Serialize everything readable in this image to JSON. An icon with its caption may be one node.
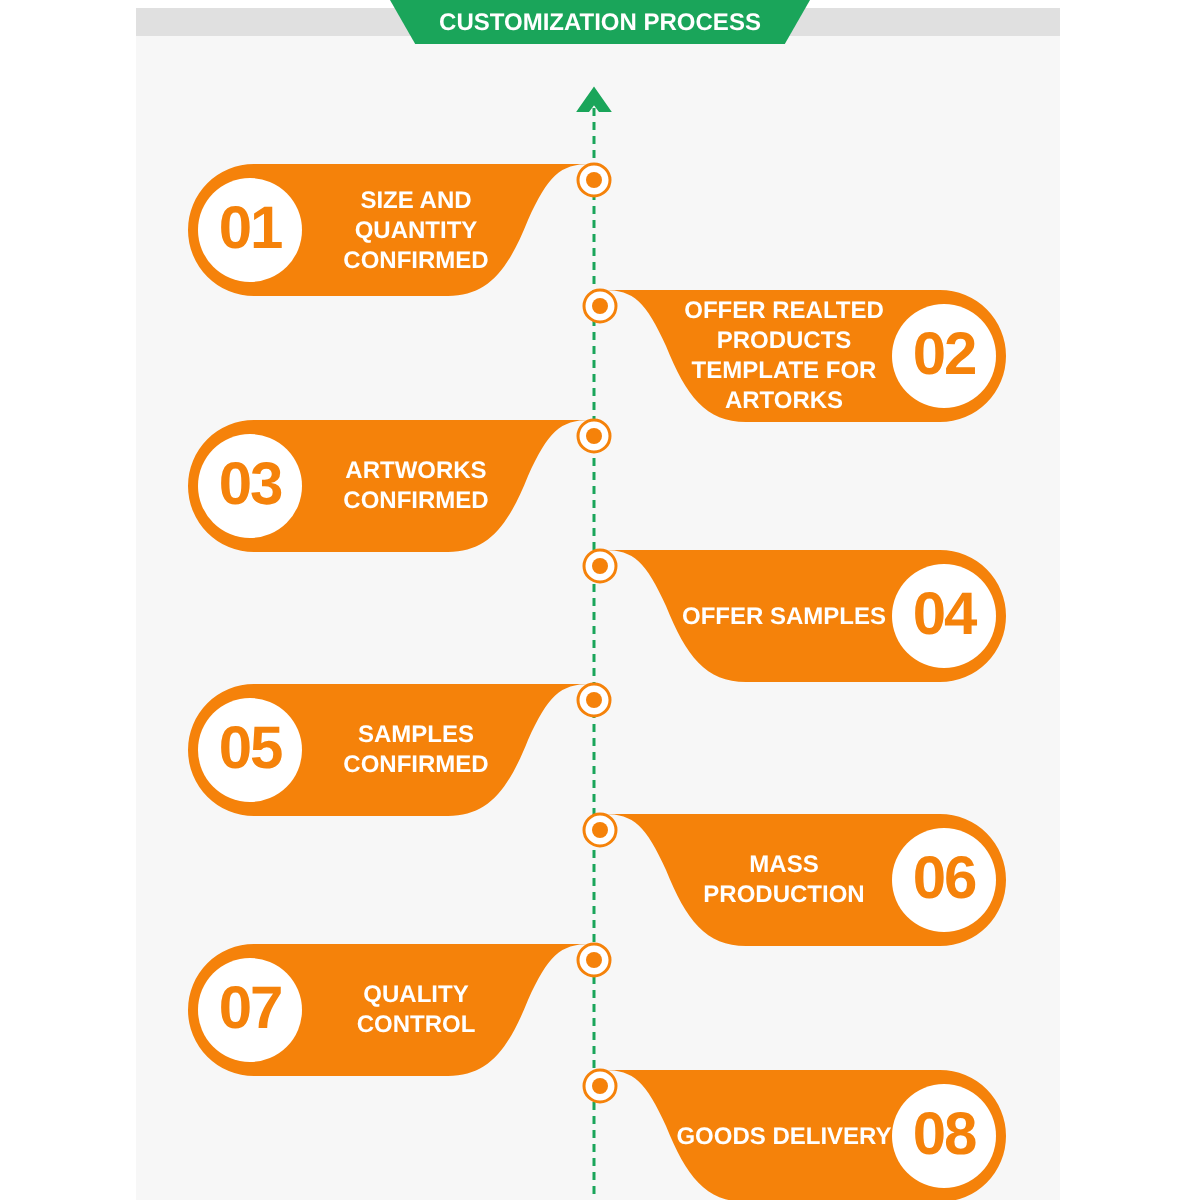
{
  "diagram": {
    "title": "CUSTOMIZATION PROCESS",
    "nodes": [
      {
        "text": [
          "01",
          "SIZE AND QUANTITY CONFIRMED"
        ]
      },
      {
        "text": [
          "OFFER REALTED PRODUCTS TEMPLATE FOR ARTORKS",
          "02"
        ]
      },
      {
        "text": [
          "03",
          "ARTWORKS CONFIRMED"
        ]
      },
      {
        "text": [
          "OFFER SAMPLES",
          "04"
        ]
      },
      {
        "text": [
          "05",
          "SAMPLES CONFIRMED"
        ]
      },
      {
        "text": [
          "MASS PRODUCTION",
          "06"
        ]
      },
      {
        "text": [
          "07",
          "QUALITY CONTROL"
        ]
      },
      {
        "text": [
          "GOODS DELIVERY",
          "08"
        ]
      }
    ]
  }
}
